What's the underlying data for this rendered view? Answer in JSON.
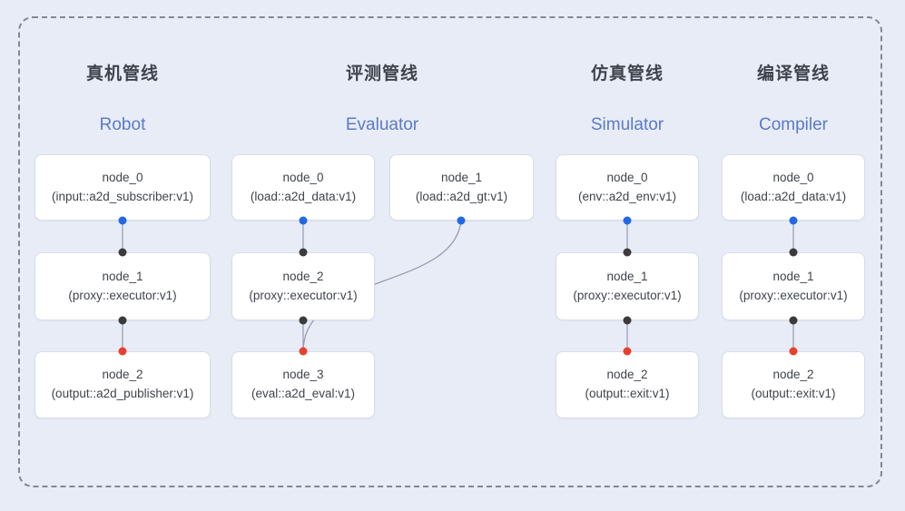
{
  "diagram": {
    "pipelines": [
      {
        "title_cn": "真机管线",
        "title_en": "Robot",
        "nodes": [
          {
            "name": "node_0",
            "type": "(input::a2d_subscriber:v1)"
          },
          {
            "name": "node_1",
            "type": "(proxy::executor:v1)"
          },
          {
            "name": "node_2",
            "type": "(output::a2d_publisher:v1)"
          }
        ]
      },
      {
        "title_cn": "评测管线",
        "title_en": "Evaluator",
        "nodes": [
          {
            "name": "node_0",
            "type": "(load::a2d_data:v1)"
          },
          {
            "name": "node_1",
            "type": "(load::a2d_gt:v1)"
          },
          {
            "name": "node_2",
            "type": "(proxy::executor:v1)"
          },
          {
            "name": "node_3",
            "type": "(eval::a2d_eval:v1)"
          }
        ]
      },
      {
        "title_cn": "仿真管线",
        "title_en": "Simulator",
        "nodes": [
          {
            "name": "node_0",
            "type": "(env::a2d_env:v1)"
          },
          {
            "name": "node_1",
            "type": "(proxy::executor:v1)"
          },
          {
            "name": "node_2",
            "type": "(output::exit:v1)"
          }
        ]
      },
      {
        "title_cn": "编译管线",
        "title_en": "Compiler",
        "nodes": [
          {
            "name": "node_0",
            "type": "(load::a2d_data:v1)"
          },
          {
            "name": "node_1",
            "type": "(proxy::executor:v1)"
          },
          {
            "name": "node_2",
            "type": "(output::exit:v1)"
          }
        ]
      }
    ],
    "colors": {
      "background": "#e8ecf7",
      "frame_dash": "#84888f",
      "node_border": "#d9dde6",
      "edge": "#939db1",
      "blue_port": "#2268e5",
      "black_port": "#3b3b3d",
      "red_port": "#e8402f",
      "title_cn_color": "#3f444c",
      "title_en_color": "#5b7ac8"
    }
  }
}
